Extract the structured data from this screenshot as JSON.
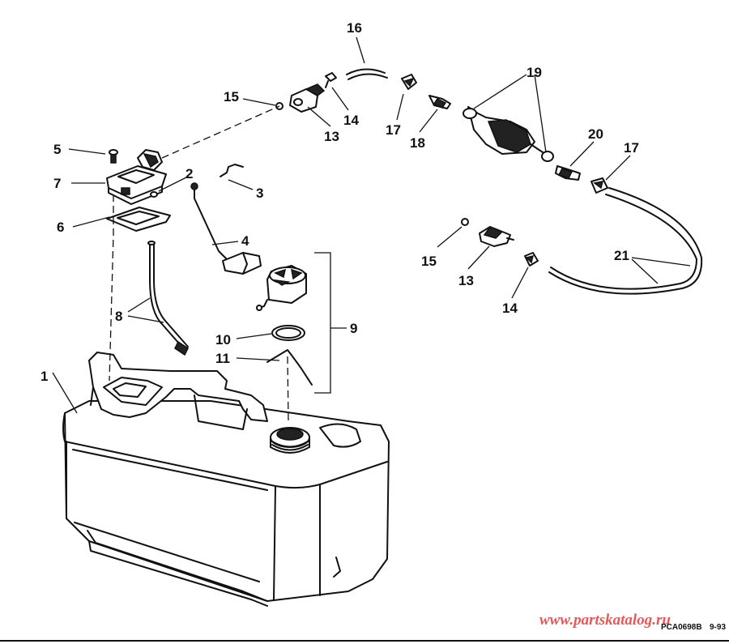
{
  "callouts": {
    "n1": "1",
    "n2": "2",
    "n3": "3",
    "n4": "4",
    "n5": "5",
    "n6": "6",
    "n7": "7",
    "n8": "8",
    "n9": "9",
    "n10": "10",
    "n11": "11",
    "n13a": "13",
    "n13b": "13",
    "n14a": "14",
    "n14b": "14",
    "n15a": "15",
    "n15b": "15",
    "n16": "16",
    "n17a": "17",
    "n17b": "17",
    "n18": "18",
    "n19": "19",
    "n20": "20",
    "n21": "21"
  },
  "footer": {
    "watermark": "www.partskatalog.ru",
    "drawing_code": "PCA0698B",
    "date_code": "9-93"
  },
  "colors": {
    "line": "#111111",
    "watermark": "#e25a5a",
    "background": "#ffffff"
  }
}
